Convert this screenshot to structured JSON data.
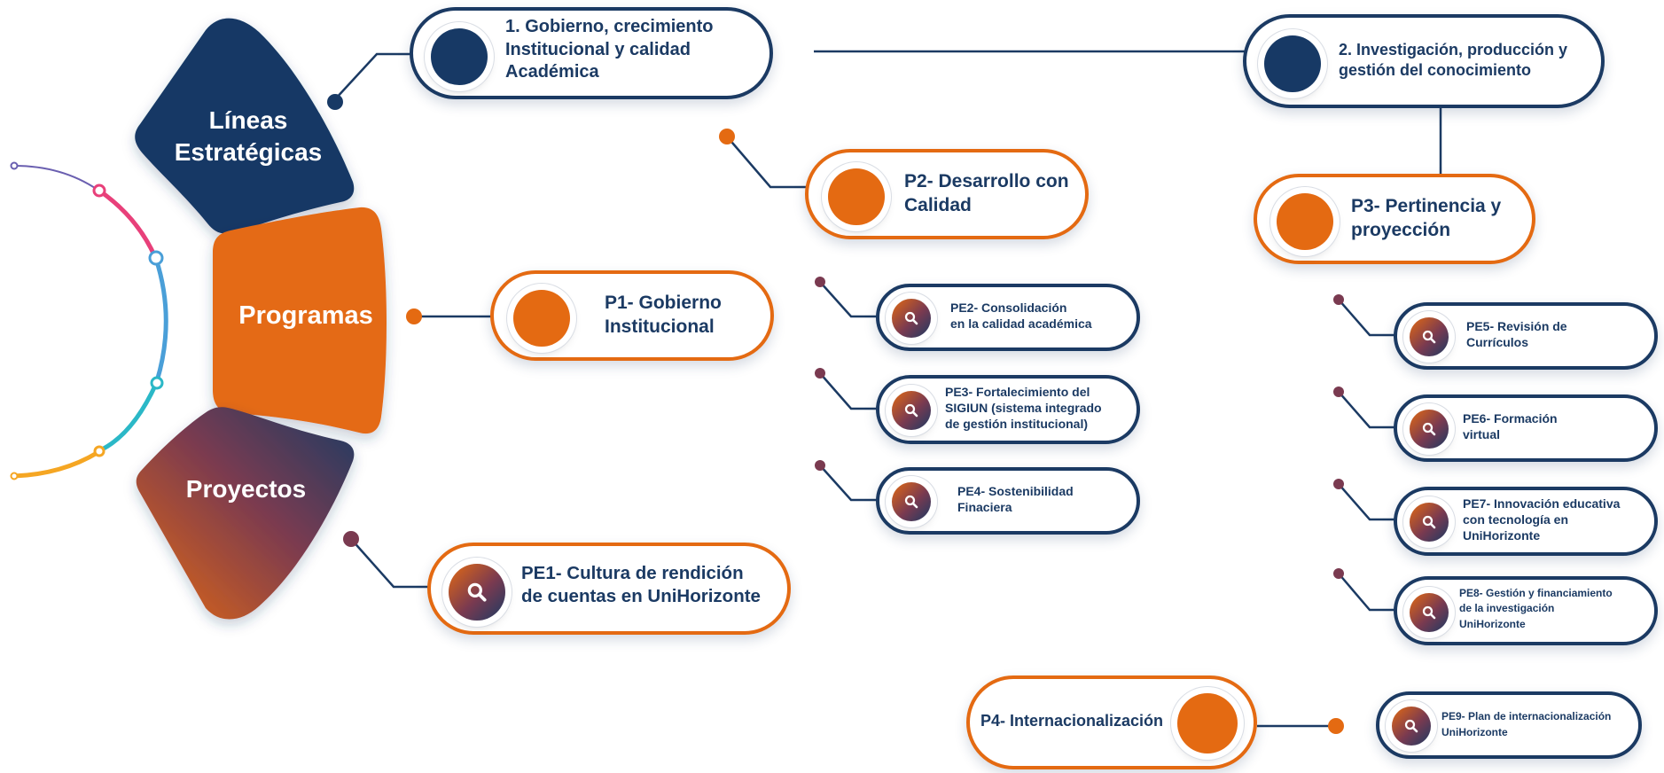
{
  "categories": {
    "lineas": "Líneas\nEstratégicas",
    "programas": "Programas",
    "proyectos": "Proyectos"
  },
  "lineas": {
    "l1": "1. Gobierno, crecimiento\nInstitucional y calidad\nAcadémica",
    "l2": "2. Investigación, producción y\ngestión del conocimiento"
  },
  "programas": {
    "p1": "P1- Gobierno\nInstitucional",
    "p2": "P2- Desarrollo con\nCalidad",
    "p3": "P3- Pertinencia y\nproyección",
    "p4": "P4- Internacionalización"
  },
  "proyectos": {
    "pe1": "PE1- Cultura de rendición\nde cuentas en UniHorizonte",
    "pe2": "PE2- Consolidación\nen la calidad académica",
    "pe3": "PE3- Fortalecimiento del\nSIGIUN (sistema integrado\nde gestión institucional)",
    "pe4": "PE4- Sostenibilidad\nFinaciera",
    "pe5": "PE5- Revisión de\nCurrículos",
    "pe6": "PE6- Formación\nvirtual",
    "pe7": "PE7- Innovación educativa\ncon tecnología en\nUniHorizonte",
    "pe8": "PE8- Gestión y financiamiento\nde la investigación\nUniHorizonte",
    "pe9": "PE9- Plan de internacionalización\nUniHorizonte"
  },
  "icons": {
    "project": "magnifier-icon"
  },
  "colors": {
    "navy": "#1b3a63",
    "orange": "#e46a12",
    "pink": "#e8407a",
    "blue": "#4a9fd8",
    "teal": "#2bb8c7",
    "amber": "#f5a623",
    "purple": "#6a5fb0"
  }
}
